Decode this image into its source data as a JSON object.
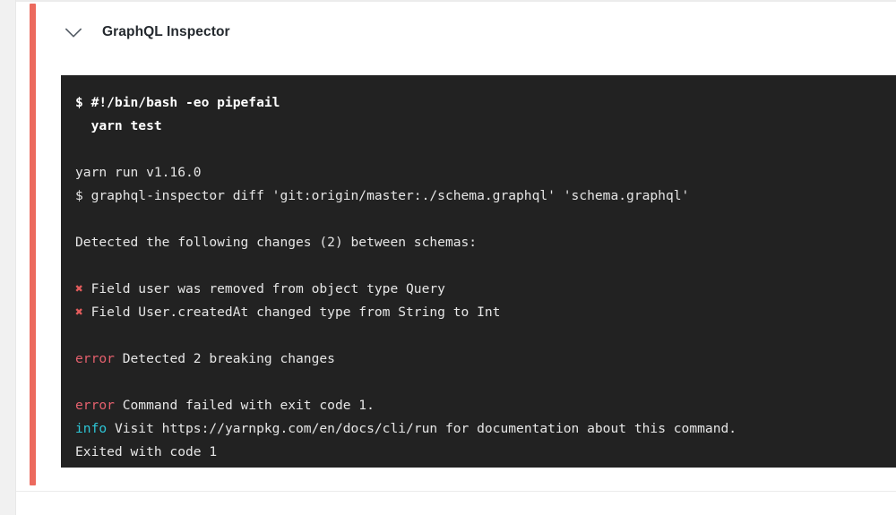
{
  "card": {
    "status_color": "#ec6a5e",
    "background": "#ffffff"
  },
  "header": {
    "collapse_icon": "chevron-down-icon",
    "title": "GraphQL Inspector"
  },
  "terminal": {
    "background": "#222222",
    "text_color": "#e6e6e6",
    "error_color": "#e4606d",
    "info_color": "#2dc6d6",
    "cross_color": "#e25c5c",
    "cross_glyph": "✖",
    "lines": [
      {
        "id": "l1",
        "type": "command",
        "text": "$ #!/bin/bash -eo pipefail"
      },
      {
        "id": "l2",
        "type": "command",
        "text": "  yarn test"
      },
      {
        "id": "l3",
        "type": "blank",
        "text": ""
      },
      {
        "id": "l4",
        "type": "plain",
        "text": "yarn run v1.16.0"
      },
      {
        "id": "l5",
        "type": "plain",
        "text": "$ graphql-inspector diff 'git:origin/master:./schema.graphql' 'schema.graphql'"
      },
      {
        "id": "l6",
        "type": "blank",
        "text": ""
      },
      {
        "id": "l7",
        "type": "plain",
        "text": "Detected the following changes (2) between schemas:"
      },
      {
        "id": "l8",
        "type": "blank",
        "text": ""
      },
      {
        "id": "l9",
        "type": "cross",
        "prefix": "✖",
        "text": " Field user was removed from object type Query"
      },
      {
        "id": "l10",
        "type": "cross",
        "prefix": "✖",
        "text": " Field User.createdAt changed type from String to Int"
      },
      {
        "id": "l11",
        "type": "blank",
        "text": ""
      },
      {
        "id": "l12",
        "type": "error",
        "prefix": "error",
        "text": " Detected 2 breaking changes"
      },
      {
        "id": "l13",
        "type": "blank",
        "text": ""
      },
      {
        "id": "l14",
        "type": "error",
        "prefix": "error",
        "text": " Command failed with exit code 1."
      },
      {
        "id": "l15",
        "type": "info",
        "prefix": "info",
        "text": " Visit https://yarnpkg.com/en/docs/cli/run for documentation about this command."
      },
      {
        "id": "l16",
        "type": "plain",
        "text": "Exited with code 1"
      }
    ]
  }
}
